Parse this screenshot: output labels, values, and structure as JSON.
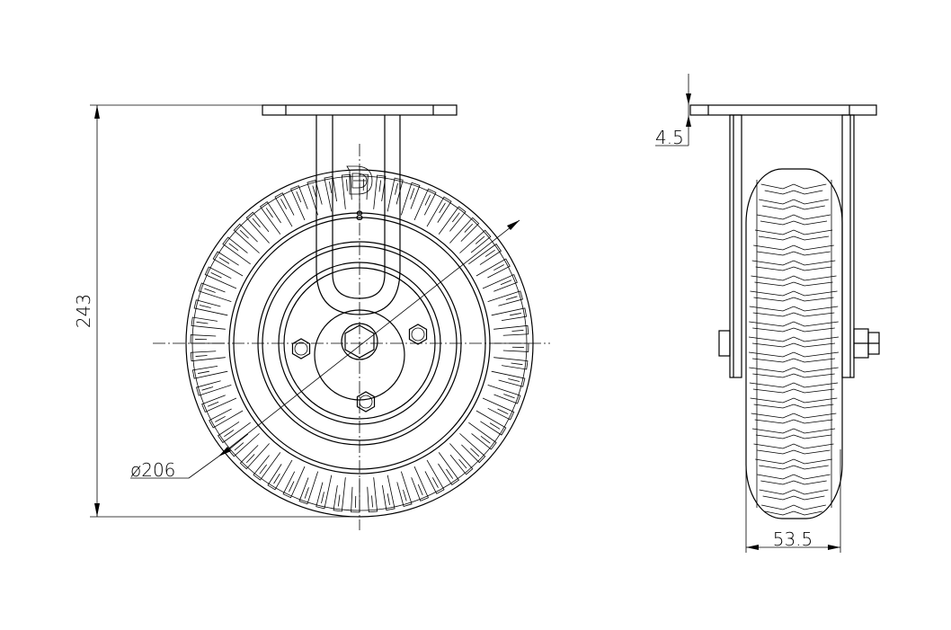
{
  "drawing": {
    "front_view": {
      "height_dimension": "243",
      "diameter_dimension": "ø206",
      "fork_marking": "8",
      "logo_text": "D"
    },
    "side_view": {
      "plate_thickness_dimension": "4.5",
      "wheel_width_dimension": "53.5"
    }
  }
}
